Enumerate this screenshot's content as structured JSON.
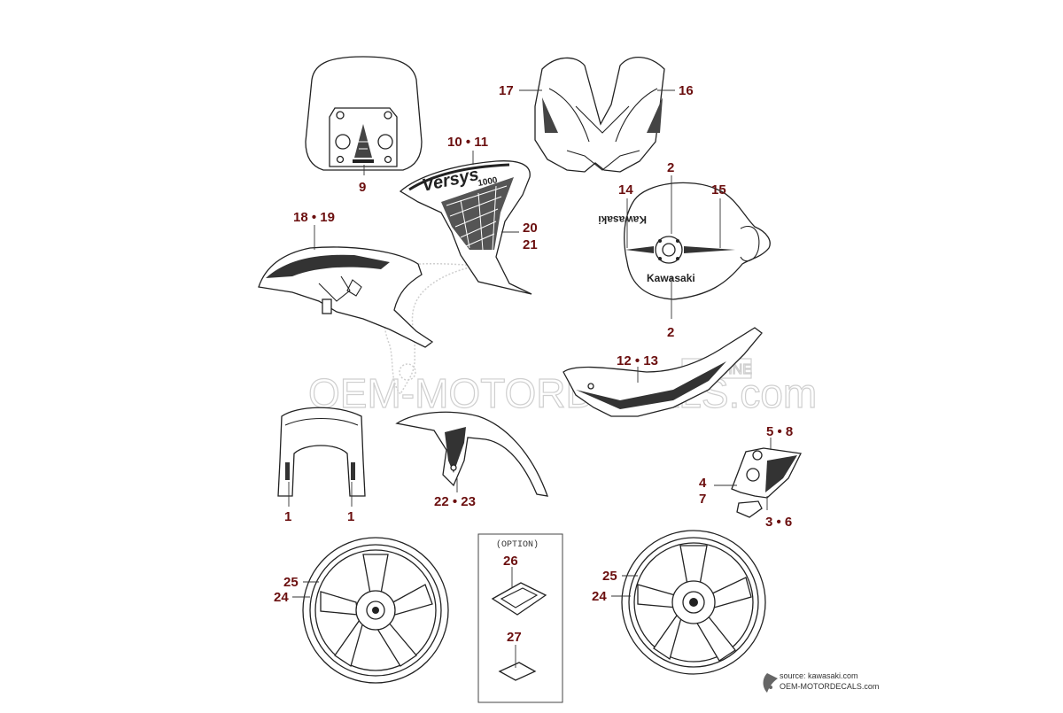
{
  "callouts": {
    "c1a": "1",
    "c1b": "1",
    "c2a": "2",
    "c2b": "2",
    "c3_6": "3 • 6",
    "c4": "4",
    "c5_8": "5 • 8",
    "c7": "7",
    "c9": "9",
    "c10_11": "10 • 11",
    "c12_13": "12 • 13",
    "c14": "14",
    "c15": "15",
    "c16": "16",
    "c17": "17",
    "c18_19": "18 • 19",
    "c20": "20",
    "c21": "21",
    "c22_23": "22 • 23",
    "c24a": "24",
    "c24b": "24",
    "c25a": "25",
    "c25b": "25",
    "c26": "26",
    "c27": "27"
  },
  "option_label": "(OPTION)",
  "tank_brand_top": "Kawasaki",
  "tank_brand_bottom": "Kawasaki",
  "shroud_model": "Versys",
  "shroud_model_sub": "1000",
  "watermark": {
    "main": "OEM-MOTORDECALS.com",
    "tag": "GENUINE"
  },
  "source": {
    "line1": "source: kawasaki.com",
    "line2": "OEM-MOTORDECALS.com"
  }
}
